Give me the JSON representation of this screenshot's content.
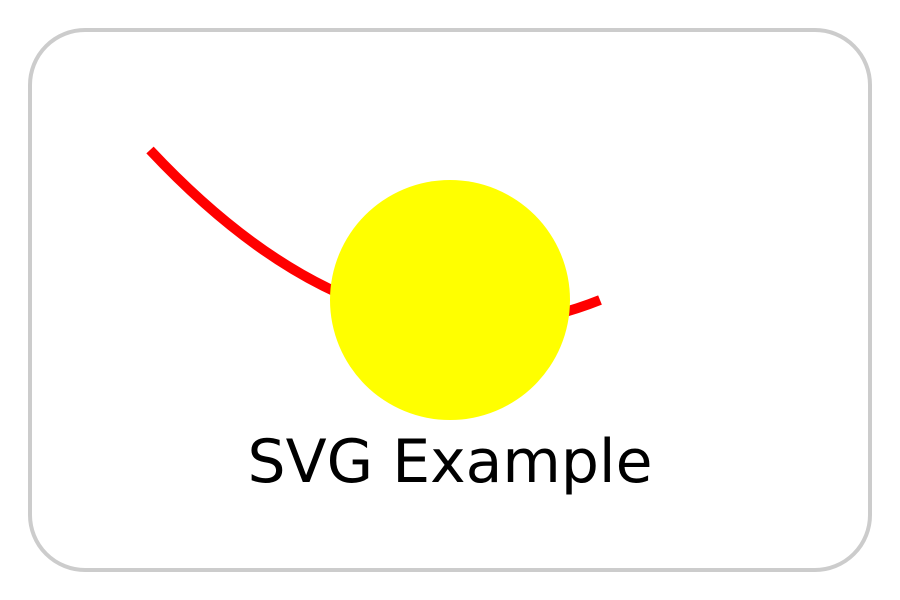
{
  "caption": "SVG Example",
  "colors": {
    "background": "#ffffff",
    "frame_border": "#cccccc",
    "curve": "#ff0000",
    "circle": "#ffff00",
    "caption_text": "#000000"
  },
  "shapes": {
    "curve": "red-curve",
    "circle": "yellow-circle"
  }
}
